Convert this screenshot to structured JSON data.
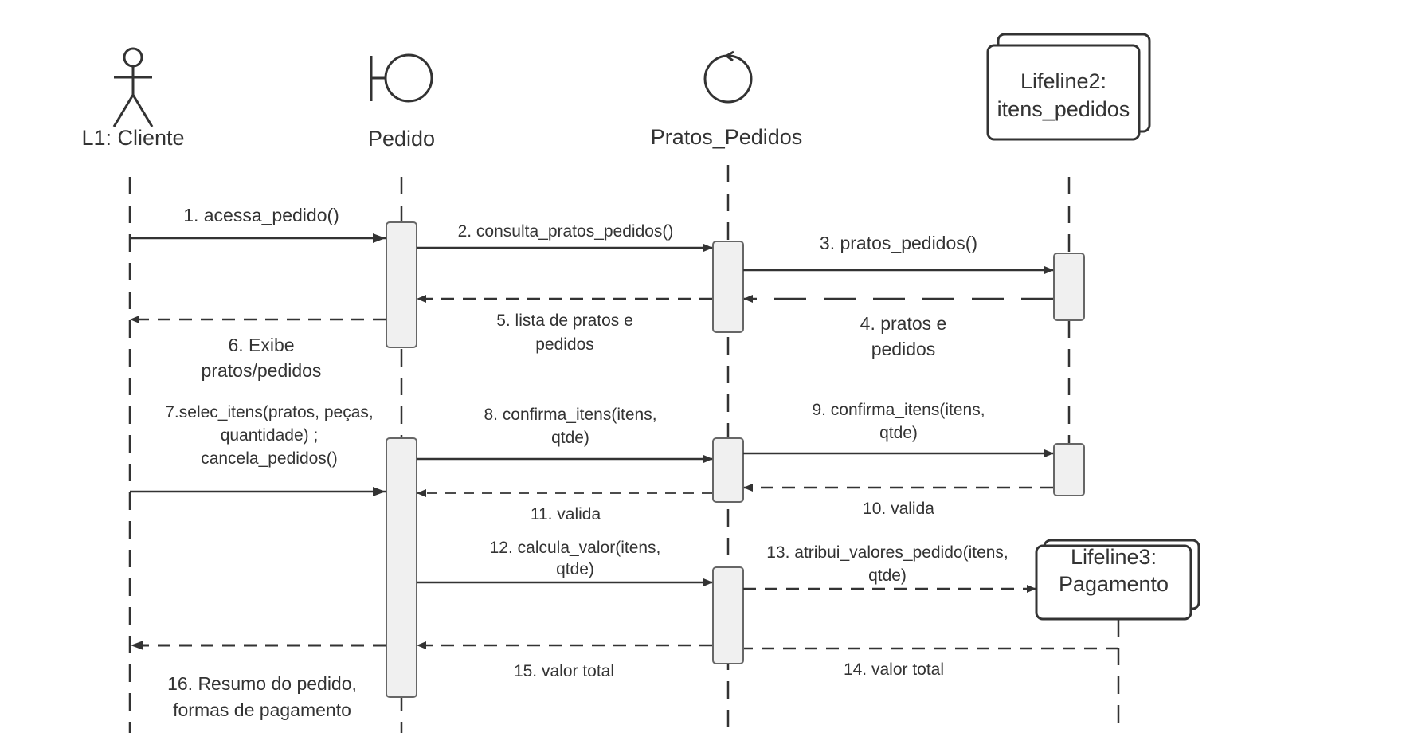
{
  "diagram": {
    "type": "uml-sequence",
    "lifelines": [
      {
        "id": "cliente",
        "label": "L1: Cliente",
        "kind": "actor"
      },
      {
        "id": "pedido",
        "label": "Pedido",
        "kind": "boundary"
      },
      {
        "id": "pratos",
        "label": "Pratos_Pedidos",
        "kind": "control"
      },
      {
        "id": "itens",
        "label_line1": "Lifeline2:",
        "label_line2": "itens_pedidos",
        "kind": "object-multi"
      },
      {
        "id": "pagamento",
        "label_line1": "Lifeline3:",
        "label_line2": "Pagamento",
        "kind": "object-multi"
      }
    ],
    "messages": [
      {
        "n": 1,
        "from": "cliente",
        "to": "pedido",
        "style": "sync",
        "lines": [
          "1. acessa_pedido()"
        ]
      },
      {
        "n": 2,
        "from": "pedido",
        "to": "pratos",
        "style": "sync",
        "lines": [
          "2. consulta_pratos_pedidos()"
        ]
      },
      {
        "n": 3,
        "from": "pratos",
        "to": "itens",
        "style": "sync",
        "lines": [
          "3. pratos_pedidos()"
        ]
      },
      {
        "n": 4,
        "from": "itens",
        "to": "pratos",
        "style": "return",
        "lines": [
          "4. pratos e",
          "pedidos"
        ]
      },
      {
        "n": 5,
        "from": "pratos",
        "to": "pedido",
        "style": "return",
        "lines": [
          "5. lista de pratos e",
          "pedidos"
        ]
      },
      {
        "n": 6,
        "from": "pedido",
        "to": "cliente",
        "style": "return",
        "lines": [
          "6. Exibe",
          "pratos/pedidos"
        ]
      },
      {
        "n": 7,
        "from": "cliente",
        "to": "pedido",
        "style": "sync",
        "lines": [
          "7.selec_itens(pratos, peças,",
          "quantidade) ;",
          "cancela_pedidos()"
        ]
      },
      {
        "n": 8,
        "from": "pedido",
        "to": "pratos",
        "style": "sync",
        "lines": [
          "8. confirma_itens(itens,",
          "qtde)"
        ]
      },
      {
        "n": 9,
        "from": "pratos",
        "to": "itens",
        "style": "sync",
        "lines": [
          "9. confirma_itens(itens,",
          "qtde)"
        ]
      },
      {
        "n": 10,
        "from": "itens",
        "to": "pratos",
        "style": "return",
        "lines": [
          "10. valida"
        ]
      },
      {
        "n": 11,
        "from": "pratos",
        "to": "pedido",
        "style": "return",
        "lines": [
          "11. valida"
        ]
      },
      {
        "n": 12,
        "from": "pedido",
        "to": "pratos",
        "style": "sync",
        "lines": [
          "12. calcula_valor(itens,",
          "qtde)"
        ]
      },
      {
        "n": 13,
        "from": "pratos",
        "to": "pagamento",
        "style": "create",
        "lines": [
          "13. atribui_valores_pedido(itens,",
          "qtde)"
        ]
      },
      {
        "n": 14,
        "from": "pagamento",
        "to": "pratos",
        "style": "return",
        "lines": [
          "14. valor total"
        ]
      },
      {
        "n": 15,
        "from": "pratos",
        "to": "pedido",
        "style": "return",
        "lines": [
          "15. valor total"
        ]
      },
      {
        "n": 16,
        "from": "pedido",
        "to": "cliente",
        "style": "return",
        "lines": [
          "16. Resumo do pedido,",
          "formas de pagamento"
        ]
      }
    ]
  }
}
